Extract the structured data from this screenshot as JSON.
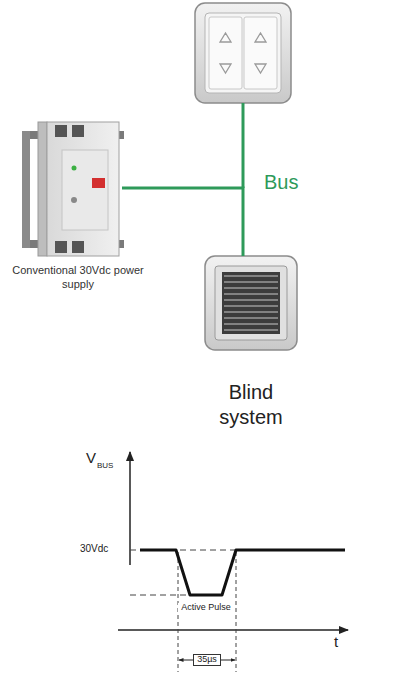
{
  "diagram": {
    "nodes": [
      {
        "text": [
          "Conventional 30Vdc power supply"
        ]
      },
      {
        "text": [
          "Blind system"
        ]
      }
    ],
    "edges": [
      {
        "from": 0,
        "to": 1,
        "arrow": "none",
        "label": "Bus"
      }
    ],
    "labels": [
      "V",
      "BUS",
      "30Vdc",
      "Active Pulse",
      "35µs",
      "t"
    ]
  }
}
